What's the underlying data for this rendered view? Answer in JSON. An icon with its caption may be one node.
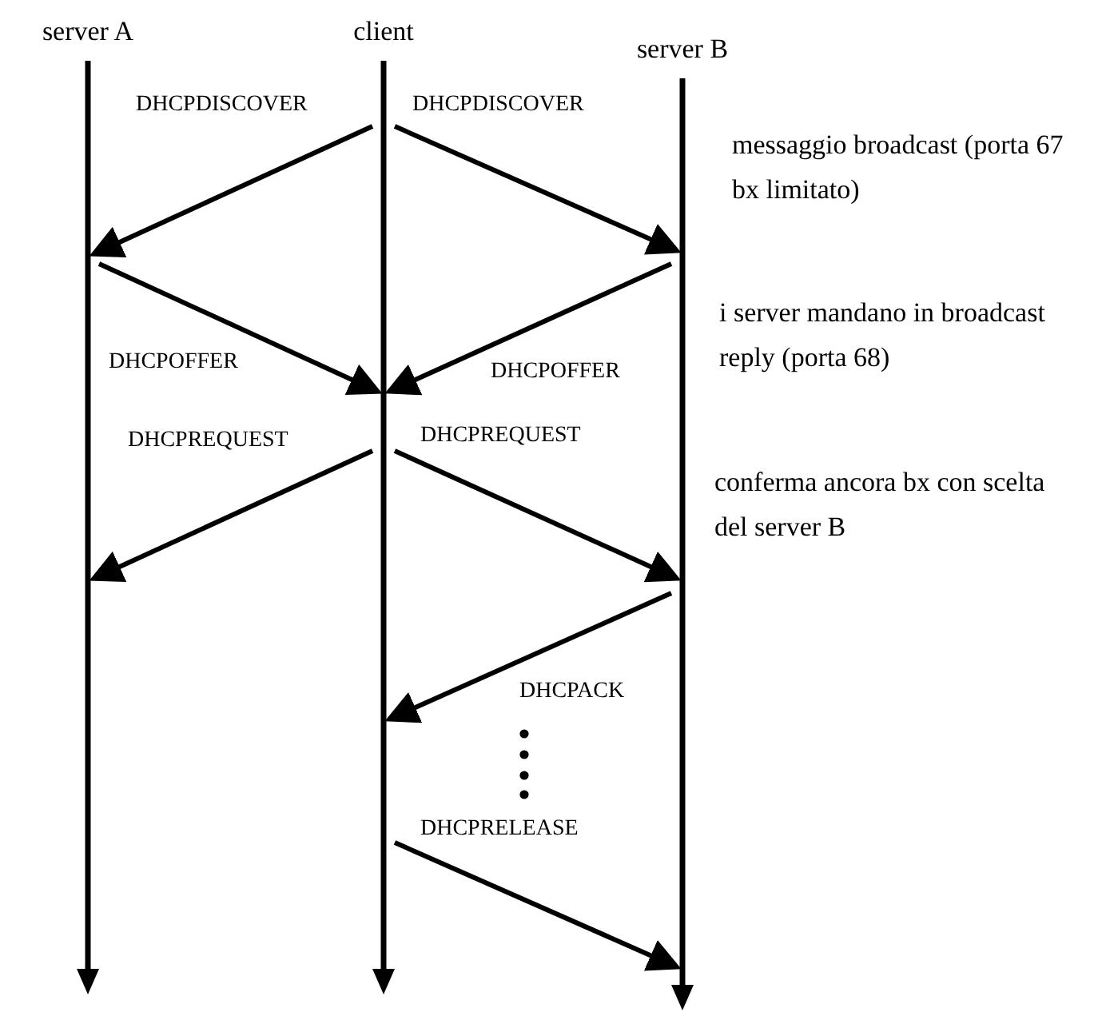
{
  "diagram": {
    "nodes": [
      {
        "text": [
          "server A"
        ]
      },
      {
        "text": [
          "client"
        ]
      },
      {
        "text": [
          "server B"
        ]
      }
    ],
    "edges": [
      {
        "from": 1,
        "to": 0,
        "arrow": "to",
        "label": "DHCPDISCOVER"
      },
      {
        "from": 1,
        "to": 2,
        "arrow": "to",
        "label": "DHCPDISCOVER"
      },
      {
        "from": 0,
        "to": 1,
        "arrow": "to",
        "label": "DHCPOFFER"
      },
      {
        "from": 2,
        "to": 1,
        "arrow": "to",
        "label": "DHCPOFFER"
      },
      {
        "from": 1,
        "to": 0,
        "arrow": "to",
        "label": "DHCPREQUEST"
      },
      {
        "from": 1,
        "to": 2,
        "arrow": "to",
        "label": "DHCPREQUEST"
      },
      {
        "from": 2,
        "to": 1,
        "arrow": "to",
        "label": "DHCPACK"
      },
      {
        "from": 1,
        "to": 2,
        "arrow": "to",
        "label": "DHCPRELEASE"
      }
    ],
    "labels": [
      "messaggio broadcast (porta 67 bx limitato)",
      "i server mandano in broadcast reply (porta 68)",
      "conferma ancora bx con scelta del server B"
    ]
  }
}
